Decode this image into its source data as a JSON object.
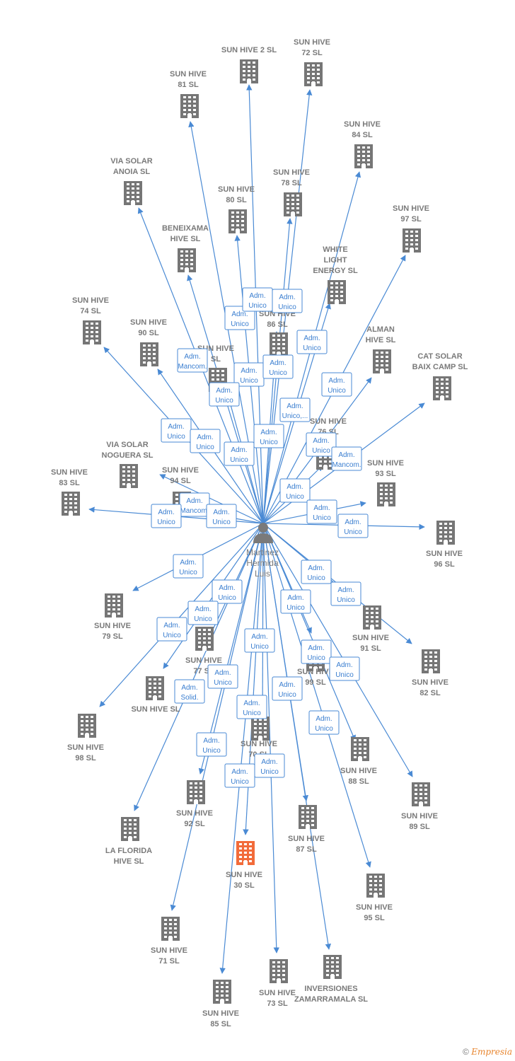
{
  "person": {
    "lines": [
      "Martinez",
      "Hermida",
      "Luis"
    ]
  },
  "companies": [
    {
      "id": "sh2",
      "lines": [
        "SUN HIVE 2  SL"
      ]
    },
    {
      "id": "sh72",
      "lines": [
        "SUN HIVE",
        "72  SL"
      ]
    },
    {
      "id": "sh81",
      "lines": [
        "SUN HIVE",
        "81  SL"
      ]
    },
    {
      "id": "sh84",
      "lines": [
        "SUN HIVE",
        "84  SL"
      ]
    },
    {
      "id": "vsa",
      "lines": [
        "VIA SOLAR",
        "ANOIA  SL"
      ]
    },
    {
      "id": "sh78",
      "lines": [
        "SUN HIVE",
        "78  SL"
      ]
    },
    {
      "id": "sh80",
      "lines": [
        "SUN HIVE",
        "80  SL"
      ]
    },
    {
      "id": "sh97",
      "lines": [
        "SUN HIVE",
        "97  SL"
      ]
    },
    {
      "id": "ben",
      "lines": [
        "BENEIXAMA",
        "HIVE  SL"
      ]
    },
    {
      "id": "wle",
      "lines": [
        "WHITE",
        "LIGHT",
        "ENERGY  SL"
      ]
    },
    {
      "id": "sh74",
      "lines": [
        "SUN HIVE",
        "74  SL"
      ]
    },
    {
      "id": "sh86",
      "lines": [
        "SUN HIVE",
        "86  SL"
      ]
    },
    {
      "id": "sh90",
      "lines": [
        "SUN HIVE",
        "90  SL"
      ]
    },
    {
      "id": "alm",
      "lines": [
        "ALMAN",
        "HIVE  SL"
      ]
    },
    {
      "id": "shx",
      "lines": [
        "SUN HIVE",
        "SL"
      ]
    },
    {
      "id": "cat",
      "lines": [
        "CAT SOLAR",
        "BAIX CAMP  SL"
      ]
    },
    {
      "id": "sh76",
      "lines": [
        "SUN HIVE",
        "76  SL"
      ]
    },
    {
      "id": "vsn",
      "lines": [
        "VIA SOLAR",
        "NOGUERA  SL"
      ]
    },
    {
      "id": "sh93",
      "lines": [
        "SUN HIVE",
        "93  SL"
      ]
    },
    {
      "id": "sh83",
      "lines": [
        "SUN HIVE",
        "83  SL"
      ]
    },
    {
      "id": "sh94",
      "lines": [
        "SUN HIVE",
        "94  SL"
      ]
    },
    {
      "id": "sh96",
      "lines": [
        "SUN HIVE",
        "96  SL"
      ]
    },
    {
      "id": "sh79",
      "lines": [
        "SUN HIVE",
        "79  SL"
      ]
    },
    {
      "id": "sh91",
      "lines": [
        "SUN HIVE",
        "91  SL"
      ]
    },
    {
      "id": "sh77",
      "lines": [
        "SUN HIVE",
        "77  SL"
      ]
    },
    {
      "id": "sh82",
      "lines": [
        "SUN HIVE",
        "82  SL"
      ]
    },
    {
      "id": "sh99",
      "lines": [
        "SUN HIVE",
        "99  SL"
      ]
    },
    {
      "id": "shsl",
      "lines": [
        "SUN HIVE  SL"
      ]
    },
    {
      "id": "sh98",
      "lines": [
        "SUN HIVE",
        "98  SL"
      ]
    },
    {
      "id": "sh70",
      "lines": [
        "SUN HIVE",
        "70  SL"
      ]
    },
    {
      "id": "sh88",
      "lines": [
        "SUN HIVE",
        "88  SL"
      ]
    },
    {
      "id": "sh92",
      "lines": [
        "SUN HIVE",
        "92  SL"
      ]
    },
    {
      "id": "sh89",
      "lines": [
        "SUN HIVE",
        "89  SL"
      ]
    },
    {
      "id": "lfh",
      "lines": [
        "LA FLORIDA",
        "HIVE  SL"
      ]
    },
    {
      "id": "sh87",
      "lines": [
        "SUN HIVE",
        "87  SL"
      ]
    },
    {
      "id": "sh30",
      "lines": [
        "SUN HIVE",
        "30  SL"
      ],
      "highlight": true
    },
    {
      "id": "sh95",
      "lines": [
        "SUN HIVE",
        "95  SL"
      ]
    },
    {
      "id": "sh71",
      "lines": [
        "SUN HIVE",
        "71  SL"
      ]
    },
    {
      "id": "sh73",
      "lines": [
        "SUN HIVE",
        "73  SL"
      ]
    },
    {
      "id": "inv",
      "lines": [
        "INVERSIONES",
        "ZAMARRAMALA SL"
      ]
    },
    {
      "id": "sh85",
      "lines": [
        "SUN HIVE",
        "85  SL"
      ]
    }
  ],
  "roles": [
    {
      "lines": [
        "Adm.",
        "Unico"
      ]
    },
    {
      "lines": [
        "Adm.",
        "Unico"
      ]
    },
    {
      "lines": [
        "Adm.",
        "Unico"
      ]
    },
    {
      "lines": [
        "Adm.",
        "Unico"
      ]
    },
    {
      "lines": [
        "Adm.",
        "Mancom."
      ]
    },
    {
      "lines": [
        "Adm.",
        "Unico"
      ]
    },
    {
      "lines": [
        "Adm.",
        "Unico"
      ]
    },
    {
      "lines": [
        "Adm.",
        "Unico"
      ]
    },
    {
      "lines": [
        "Adm.",
        "Unico"
      ]
    },
    {
      "lines": [
        "Adm.",
        "Unico,..."
      ]
    },
    {
      "lines": [
        "Adm.",
        "Unico"
      ]
    },
    {
      "lines": [
        "Adm.",
        "Unico"
      ]
    },
    {
      "lines": [
        "Adm.",
        "Unico"
      ]
    },
    {
      "lines": [
        "Adm.",
        "Unico"
      ]
    },
    {
      "lines": [
        "Adm.",
        "Unico"
      ]
    },
    {
      "lines": [
        "Adm.",
        "Mancom."
      ]
    },
    {
      "lines": [
        "Adm.",
        "Unico"
      ]
    },
    {
      "lines": [
        "Adm.",
        "Mancom."
      ]
    },
    {
      "lines": [
        "Adm.",
        "Unico"
      ]
    },
    {
      "lines": [
        "Adm.",
        "Unico"
      ]
    },
    {
      "lines": [
        "Adm.",
        "Unico"
      ]
    },
    {
      "lines": [
        "Adm.",
        "Unico"
      ]
    },
    {
      "lines": [
        "Adm.",
        "Unico"
      ]
    },
    {
      "lines": [
        "Adm.",
        "Unico"
      ]
    },
    {
      "lines": [
        "Adm.",
        "Unico"
      ]
    },
    {
      "lines": [
        "Adm.",
        "Unico"
      ]
    },
    {
      "lines": [
        "Adm.",
        "Unico"
      ]
    },
    {
      "lines": [
        "Adm.",
        "Unico"
      ]
    },
    {
      "lines": [
        "Adm.",
        "Unico"
      ]
    },
    {
      "lines": [
        "Adm.",
        "Unico"
      ]
    },
    {
      "lines": [
        "Adm.",
        "Unico"
      ]
    },
    {
      "lines": [
        "Adm.",
        "Unico"
      ]
    },
    {
      "lines": [
        "Adm.",
        "Solid."
      ]
    },
    {
      "lines": [
        "Adm.",
        "Unico"
      ]
    },
    {
      "lines": [
        "Adm.",
        "Unico"
      ]
    },
    {
      "lines": [
        "Adm.",
        "Unico"
      ]
    },
    {
      "lines": [
        "Adm.",
        "Unico"
      ]
    },
    {
      "lines": [
        "Adm.",
        "Unico"
      ]
    },
    {
      "lines": [
        "Adm.",
        "Unico"
      ]
    },
    {
      "lines": [
        "Adm.",
        "Unico"
      ]
    }
  ],
  "colors": {
    "edge": "#4a8ad4",
    "building": "#767676",
    "highlight": "#f26b3a",
    "person": "#7a7a7a"
  },
  "icons": {
    "company": "building-icon",
    "person": "person-icon"
  },
  "footer": {
    "copyright": "©",
    "brand": "Empresia"
  }
}
